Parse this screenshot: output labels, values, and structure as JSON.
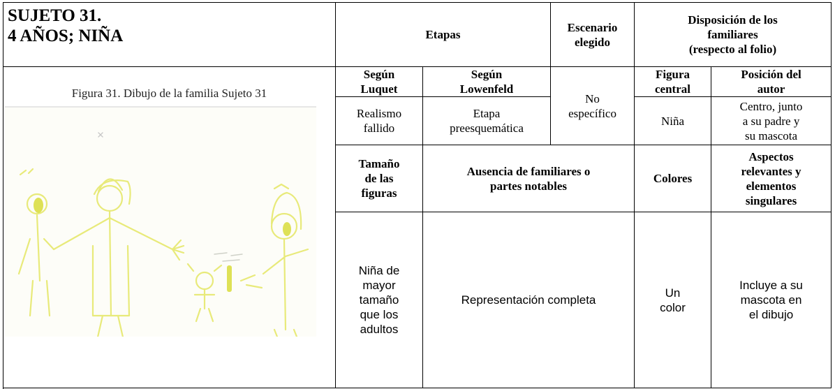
{
  "header": {
    "title_line1": "SUJETO 31.",
    "title_line2": "4 AÑOS; NIÑA",
    "etapas": "Etapas",
    "escenario": "Escenario\nelegido",
    "disposicion": "Disposición de los\nfamiliares\n(respecto al folio)"
  },
  "figure": {
    "caption": "Figura 31. Dibujo de la familia Sujeto 31",
    "drawing_colors": {
      "crayon": "#e8ea7a",
      "crayon_dark": "#d8dc3a",
      "paper": "#fdfdf8"
    }
  },
  "subheaders": {
    "luquet": "Según\nLuquet",
    "lowenfeld": "Según\nLowenfeld",
    "figura_central": "Figura\ncentral",
    "posicion_autor": "Posición del\nautor"
  },
  "values_row1": {
    "luquet": "Realismo\nfallido",
    "lowenfeld": "Etapa\npreesquemática",
    "escenario": "No\nespecífico",
    "figura_central": "Niña",
    "posicion_autor": "Centro, junto\na su padre y\nsu mascota"
  },
  "subheaders2": {
    "tamano": "Tamaño\nde las\nfiguras",
    "ausencia": "Ausencia de familiares o\npartes notables",
    "colores": "Colores",
    "aspectos": "Aspectos\nrelevantes y\nelementos\nsingulares"
  },
  "values_row2": {
    "tamano": "Niña de\nmayor\ntamaño\nque los\nadultos",
    "ausencia": "Representación completa",
    "colores": "Un\ncolor",
    "aspectos": "Incluye a su\nmascota en\nel dibujo"
  }
}
